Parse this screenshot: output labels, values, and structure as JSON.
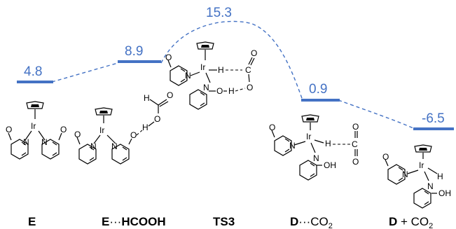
{
  "colors": {
    "accent": "#4472c4",
    "ink": "#000000"
  },
  "diagram": {
    "levels": [
      {
        "id": "E",
        "energy": "4.8",
        "label": "E"
      },
      {
        "id": "E-HCOOH",
        "energy": "8.9",
        "label_main": "E",
        "label_dots": "···",
        "label_tail": "HCOOH"
      },
      {
        "id": "TS3",
        "energy": "15.3",
        "label": "TS3"
      },
      {
        "id": "D-CO2",
        "energy": "0.9",
        "label_main": "D",
        "label_dots": "···",
        "label_tail": "CO",
        "label_sub": "2"
      },
      {
        "id": "D+CO2",
        "energy": "-6.5",
        "label_main": "D",
        "label_tail": " + CO",
        "label_sub": "2"
      }
    ],
    "atoms": {
      "ir": "Ir",
      "n": "N",
      "o": "O",
      "h": "H",
      "c": "C",
      "oh": "OH"
    }
  }
}
